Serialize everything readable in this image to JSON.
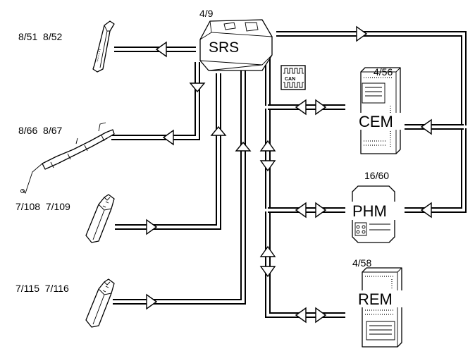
{
  "diagram": {
    "srs": {
      "ref": "4/9",
      "name": "SRS"
    },
    "cem": {
      "ref": "4/56",
      "name": "CEM"
    },
    "phm": {
      "ref": "16/60",
      "name": "PHM"
    },
    "rem": {
      "ref": "4/58",
      "name": "REM"
    },
    "can_symbol": {
      "text": "CAN"
    },
    "seat_belt_sensor": {
      "refs": "8/51  8/52"
    },
    "curtain_airbag": {
      "refs": "8/66  8/67"
    },
    "front_side_sensor": {
      "refs": "7/108  7/109"
    },
    "rear_side_sensor": {
      "refs": "7/115  7/116"
    },
    "colors": {
      "line": "#000000",
      "background": "#ffffff",
      "fill": "#ffffff"
    }
  }
}
